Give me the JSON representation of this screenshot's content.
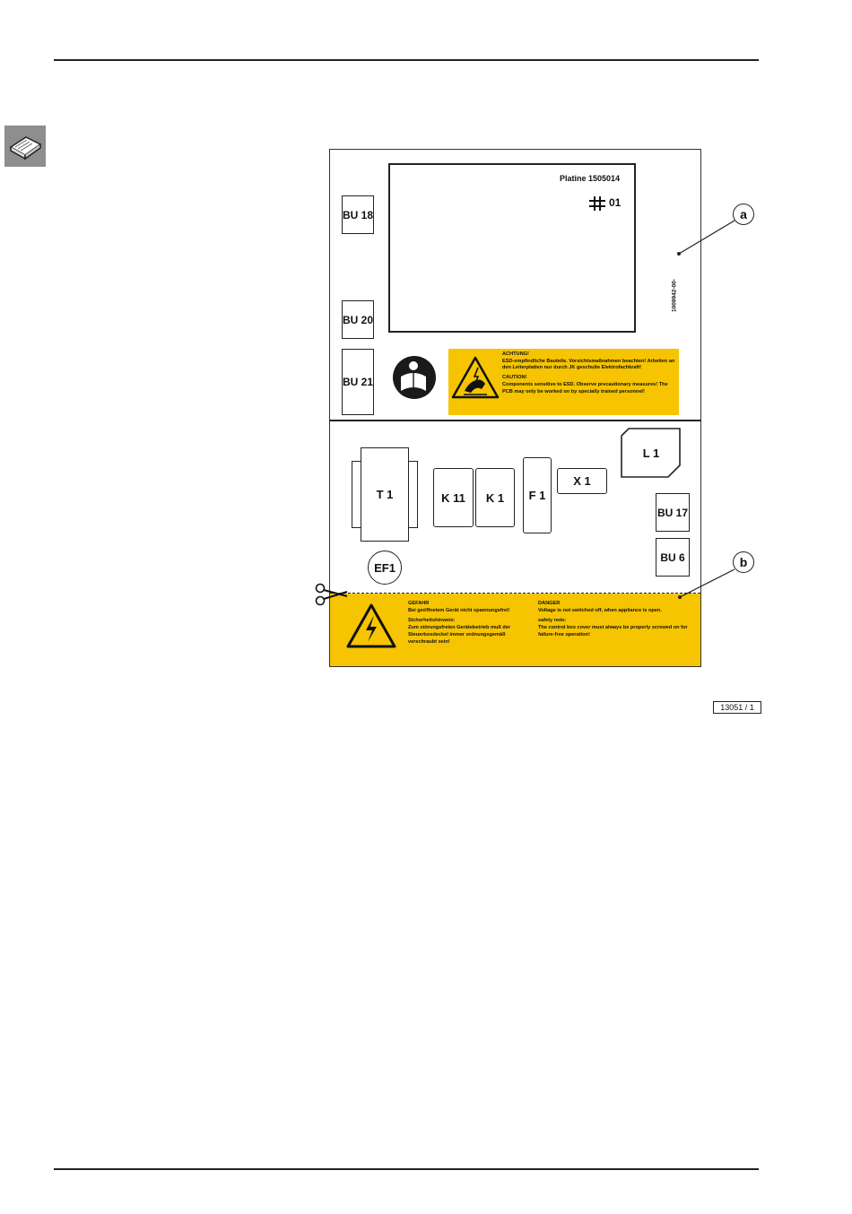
{
  "board": {
    "title": "Platine 1505014",
    "number": "01",
    "vertical_code": "1009942-00-"
  },
  "components": {
    "bu18": "BU 18",
    "bu20": "BU 20",
    "bu21": "BU 21",
    "t1": "T 1",
    "k11": "K 11",
    "k1": "K 1",
    "f1": "F 1",
    "x1": "X 1",
    "l1": "L 1",
    "bu17": "BU 17",
    "bu6": "BU 6",
    "ef1": "EF1"
  },
  "esd_label": {
    "de_heading": "ACHTUNG!",
    "de_text": "ESD-empfindliche Bauteile. Vorsichtsmaßnahmen beachten! Arbeiten an den Leiterplatten nur durch JK geschulte Elektrofachkraft!",
    "en_heading": "CAUTION!",
    "en_text": "Components sensitive to ESD. Observe precautionary measures! The PCB may only be worked on by specially trained personnel!"
  },
  "danger_label": {
    "de_heading": "GEFAHR",
    "de_text": "Bei geöffnetem Gerät nicht spannungsfrei!",
    "de_note_heading": "Sicherheitshinweis:",
    "de_note": "Zum störungsfreien Gerätebetrieb muß der Steuerboxdeckel immer ordnungsgemäß verschraubt sein!",
    "en_heading": "DANGER",
    "en_text": "Voltage is not switched off, when appliance is open.",
    "en_note_heading": "safety note:",
    "en_note": "The control box cover must always be properly screwed on for failure-free operation!"
  },
  "callouts": {
    "a": "a",
    "b": "b"
  },
  "figure_number": "13051 / 1",
  "colors": {
    "warning_yellow": "#f6c400",
    "tab_gray": "#8e8e8e"
  },
  "icons": [
    "book-icon",
    "read-manual-icon",
    "esd-warning-icon",
    "high-voltage-icon",
    "scissors-icon"
  ]
}
